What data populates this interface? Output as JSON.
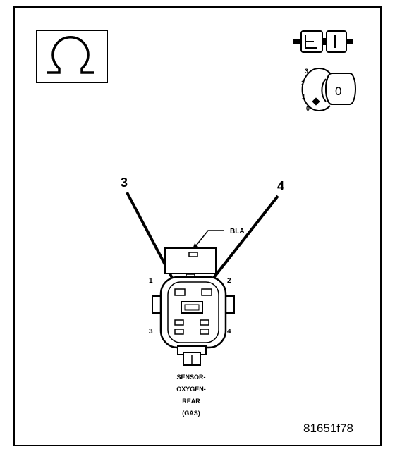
{
  "callouts": {
    "pin_3": "3",
    "pin_4": "4"
  },
  "connector": {
    "color_label": "BLA",
    "cavity_numbers": {
      "top_left": "1",
      "top_right": "2",
      "bottom_left": "3",
      "bottom_right": "4"
    }
  },
  "position_dial": {
    "marks": [
      "3",
      "2",
      "1",
      "0"
    ],
    "face": "0"
  },
  "component_name": {
    "line1": "SENSOR-",
    "line2": "OXYGEN-",
    "line3": "REAR",
    "line4": "(GAS)"
  },
  "figure_id": "81651f78",
  "icons": [
    "ohm-symbol-icon",
    "connector-plug-icon",
    "position-dial-icon"
  ]
}
